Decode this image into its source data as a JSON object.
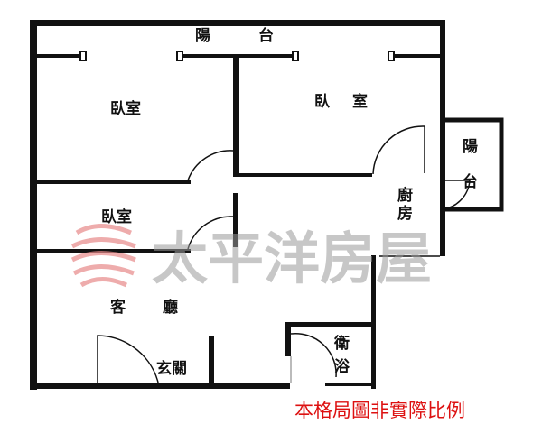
{
  "rooms": {
    "balcony_top": [
      "陽",
      "台"
    ],
    "bedroom_1": "臥室",
    "bedroom_2": [
      "臥",
      "室"
    ],
    "bedroom_3": "臥室",
    "balcony_side": [
      "陽",
      "台"
    ],
    "kitchen": [
      "廚",
      "房"
    ],
    "living_room": [
      "客",
      "廳"
    ],
    "bathroom": [
      "衛",
      "浴"
    ],
    "entrance": "玄關"
  },
  "watermark": "太平洋房屋",
  "disclaimer": "本格局圖非實際比例",
  "colors": {
    "wall": "#111111",
    "disclaimer": "#dd1111",
    "watermark": "#9a9a9a",
    "logo": "#e88a8a"
  }
}
